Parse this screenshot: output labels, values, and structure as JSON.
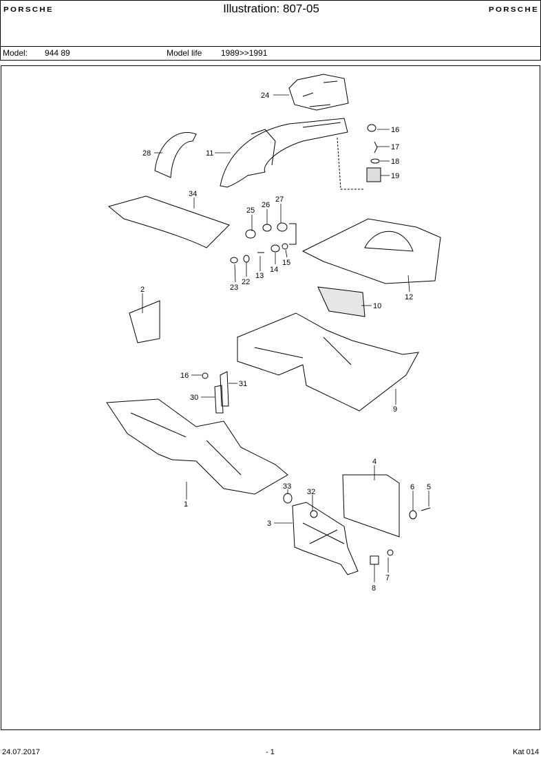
{
  "header": {
    "brand_left": "PORSCHE",
    "brand_right": "PORSCHE",
    "title": "Illustration: 807-05"
  },
  "model_bar": {
    "model_label": "Model:",
    "model_value": "944 89",
    "life_label": "Model life",
    "life_value": "1989>>1991"
  },
  "callouts": [
    "24",
    "16",
    "17",
    "18",
    "19",
    "28",
    "11",
    "34",
    "25",
    "26",
    "27",
    "13",
    "14",
    "15",
    "23",
    "22",
    "12",
    "10",
    "2",
    "16",
    "31",
    "30",
    "9",
    "1",
    "4",
    "6",
    "5",
    "33",
    "32",
    "3",
    "7",
    "8"
  ],
  "footer": {
    "date": "24.07.2017",
    "page": "- 1",
    "catalog": "Kat 014"
  }
}
